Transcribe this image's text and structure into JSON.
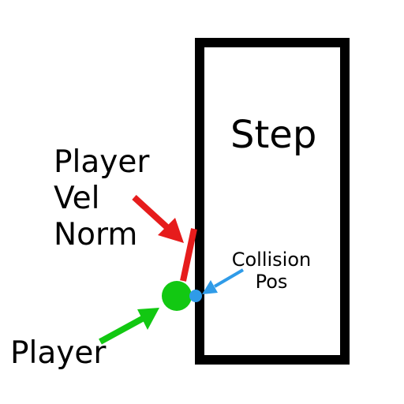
{
  "labels": {
    "step": "Step",
    "player_vel_norm": [
      "Player",
      "Vel",
      "Norm"
    ],
    "collision_pos": [
      "Collision",
      "Pos"
    ],
    "player": "Player"
  },
  "colors": {
    "outline": "#000000",
    "velocity": "#e61c1c",
    "player": "#12c812",
    "collision": "#2f9be8",
    "background": "#ffffff"
  }
}
